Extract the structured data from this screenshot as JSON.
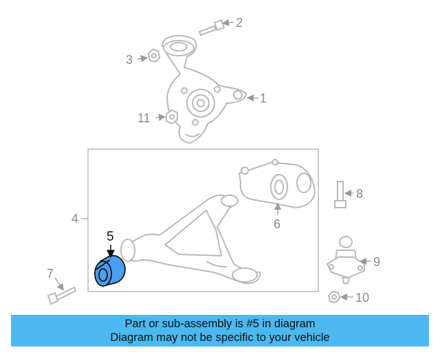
{
  "callouts": {
    "c1": "1",
    "c2": "2",
    "c3": "3",
    "c4": "4",
    "c5": "5",
    "c6": "6",
    "c7": "7",
    "c8": "8",
    "c9": "9",
    "c10": "10",
    "c11": "11"
  },
  "highlighted_part": "5",
  "colors": {
    "highlight": "#4a9ef0",
    "banner": "#4cb8f0",
    "outline": "#b8b8b8",
    "label": "#8a8a8a"
  },
  "banner": {
    "line1": "Part or sub-assembly is #5 in diagram",
    "line2": "Diagram may not be specific to your vehicle"
  }
}
